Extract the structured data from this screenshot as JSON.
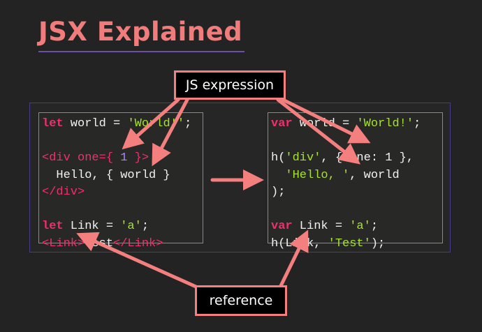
{
  "title": "JSX Explained",
  "labels": {
    "expression": "JS expression",
    "reference": "reference"
  },
  "left_code": {
    "line1": {
      "kw": "let",
      "rest": " world = ",
      "str": "'World!'",
      "end": ";"
    },
    "line3": {
      "open": "<div one=",
      "brace1": "{ ",
      "num": "1",
      "brace2": " }",
      "close": ">"
    },
    "line4": "  Hello, { world }",
    "line5": "</div>",
    "line7": {
      "kw": "let",
      "rest": " Link = ",
      "str": "'a'",
      "end": ";"
    },
    "line8": {
      "open": "<Link>",
      "text": "Test",
      "close": "</Link>"
    }
  },
  "right_code": {
    "line1": {
      "kw": "var",
      "rest": " world = ",
      "str": "'World!'",
      "end": ";"
    },
    "line3": {
      "a": "h(",
      "str": "'div'",
      "b": ", { one: 1 },"
    },
    "line4": {
      "indent": "  ",
      "str": "'Hello, '",
      "rest": ", world"
    },
    "line5": ");",
    "line7": {
      "kw": "var",
      "rest": " Link = ",
      "str": "'a'",
      "end": ";"
    },
    "line8": {
      "a": "h(Link, ",
      "str": "'Test'",
      "b": ");"
    }
  },
  "colors": {
    "accent": "#f47f7f",
    "keyword": "#f0306e",
    "string": "#a6e22e",
    "number": "#ae81ff",
    "frame": "#4a3a8a"
  }
}
